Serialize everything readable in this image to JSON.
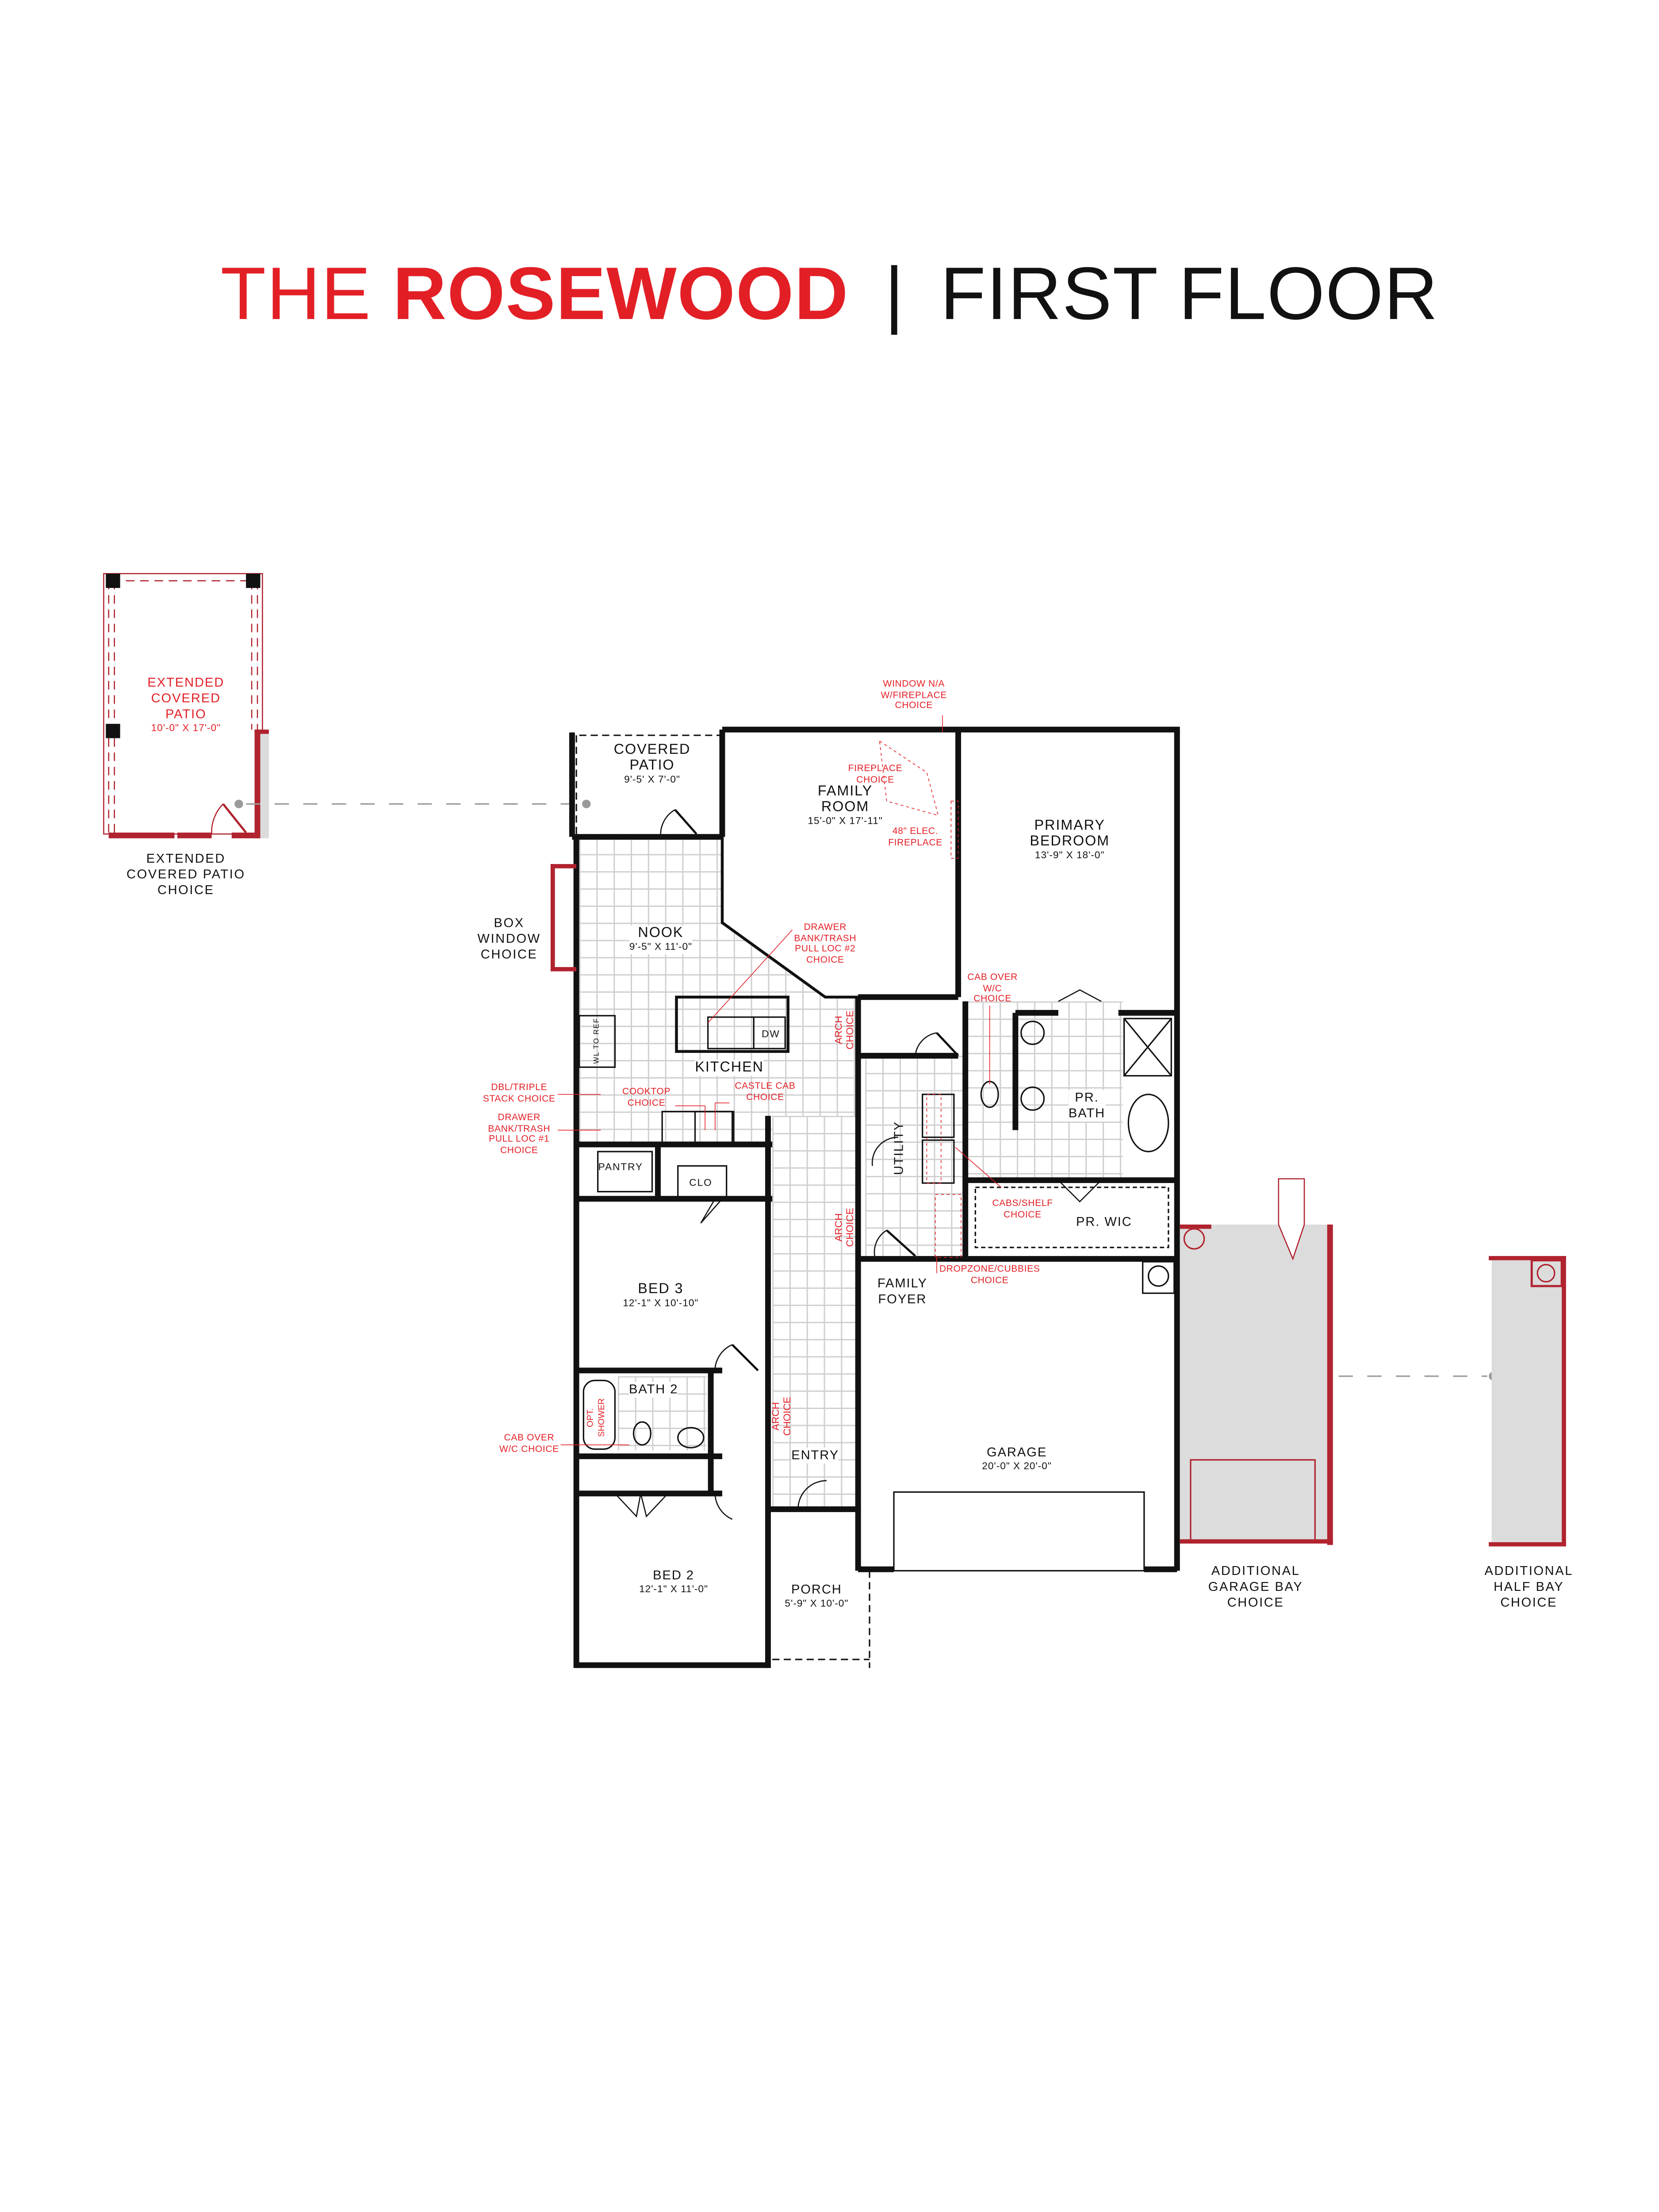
{
  "title": {
    "prefix": "THE",
    "plan_name": "ROSEWOOD",
    "separator": "|",
    "floor": "FIRST FLOOR"
  },
  "colors": {
    "brand_red": "#e31f26",
    "option_wall_red": "#b0232f",
    "wall_black": "#111111",
    "option_fill_gray": "#dcdcdc",
    "tile_grid": "#cfcfcf"
  },
  "rooms": [
    {
      "id": "covered-patio",
      "name": "COVERED PATIO",
      "line1": "COVERED",
      "line2": "PATIO",
      "dims": "9'-5' X 7'-0\""
    },
    {
      "id": "family-room",
      "name": "FAMILY ROOM",
      "line1": "FAMILY",
      "line2": "ROOM",
      "dims": "15'-0\" X 17'-11\""
    },
    {
      "id": "primary-bedroom",
      "name": "PRIMARY BEDROOM",
      "line1": "PRIMARY",
      "line2": "BEDROOM",
      "dims": "13'-9\" X 18'-0\""
    },
    {
      "id": "nook",
      "name": "NOOK",
      "line1": "NOOK",
      "dims": "9'-5\" X 11'-0\""
    },
    {
      "id": "kitchen",
      "name": "KITCHEN",
      "line1": "KITCHEN"
    },
    {
      "id": "pantry",
      "name": "PANTRY",
      "line1": "PANTRY"
    },
    {
      "id": "closet",
      "name": "CLO",
      "line1": "CLO"
    },
    {
      "id": "utility",
      "name": "UTILITY",
      "line1": "UTILITY"
    },
    {
      "id": "primary-bath",
      "name": "PR. BATH",
      "line1": "PR.",
      "line2": "BATH"
    },
    {
      "id": "primary-wic",
      "name": "PR. WIC",
      "line1": "PR. WIC"
    },
    {
      "id": "family-foyer",
      "name": "FAMILY FOYER",
      "line1": "FAMILY",
      "line2": "FOYER"
    },
    {
      "id": "bed-3",
      "name": "BED 3",
      "line1": "BED 3",
      "dims": "12'-1\" X 10'-10\""
    },
    {
      "id": "bath-2",
      "name": "BATH 2",
      "line1": "BATH 2"
    },
    {
      "id": "entry",
      "name": "ENTRY",
      "line1": "ENTRY"
    },
    {
      "id": "garage",
      "name": "GARAGE",
      "line1": "GARAGE",
      "dims": "20'-0\" X 20'-0\""
    },
    {
      "id": "bed-2",
      "name": "BED 2",
      "line1": "BED 2",
      "dims": "12'-1\" X 11'-0\""
    },
    {
      "id": "porch",
      "name": "PORCH",
      "line1": "PORCH",
      "dims": "5'-9\" X 10'-0\""
    }
  ],
  "fixtures": {
    "dishwasher": "DW",
    "wall_oven_ref": "WL TO REF"
  },
  "option_notes": {
    "window_na": [
      "WINDOW N/A",
      "W/FIREPLACE",
      "CHOICE"
    ],
    "fireplace": [
      "FIREPLACE",
      "CHOICE"
    ],
    "elec_fireplace": [
      "48\" ELEC.",
      "FIREPLACE"
    ],
    "drawer_bank_2": [
      "DRAWER",
      "BANK/TRASH",
      "PULL LOC #2",
      "CHOICE"
    ],
    "cab_over_wc_primary": [
      "CAB OVER",
      "W/C",
      "CHOICE"
    ],
    "arch_kitchen": [
      "ARCH",
      "CHOICE"
    ],
    "dbl_triple_stack": [
      "DBL/TRIPLE",
      "STACK CHOICE"
    ],
    "drawer_bank_1": [
      "DRAWER",
      "BANK/TRASH",
      "PULL LOC #1",
      "CHOICE"
    ],
    "cooktop": [
      "COOKTOP",
      "CHOICE"
    ],
    "castle_cab": [
      "CASTLE CAB",
      "CHOICE"
    ],
    "cabs_shelf": [
      "CABS/SHELF",
      "CHOICE"
    ],
    "arch_hall": [
      "ARCH",
      "CHOICE"
    ],
    "dropzone": [
      "DROPZONE/CUBBIES",
      "CHOICE"
    ],
    "arch_entry": [
      "ARCH",
      "CHOICE"
    ],
    "opt_shower": [
      "OPT.",
      "SHOWER"
    ],
    "cab_over_wc_bath2": [
      "CAB OVER",
      "W/C CHOICE"
    ]
  },
  "options": {
    "extended_patio": {
      "inner_label": [
        "EXTENDED",
        "COVERED",
        "PATIO"
      ],
      "inner_dims": "10'-0\" X 17'-0\"",
      "caption": [
        "EXTENDED",
        "COVERED PATIO",
        "CHOICE"
      ]
    },
    "box_window": {
      "caption": [
        "BOX",
        "WINDOW",
        "CHOICE"
      ]
    },
    "additional_garage_bay": {
      "caption": [
        "ADDITIONAL",
        "GARAGE BAY",
        "CHOICE"
      ]
    },
    "additional_half_bay": {
      "caption": [
        "ADDITIONAL",
        "HALF BAY",
        "CHOICE"
      ]
    }
  }
}
